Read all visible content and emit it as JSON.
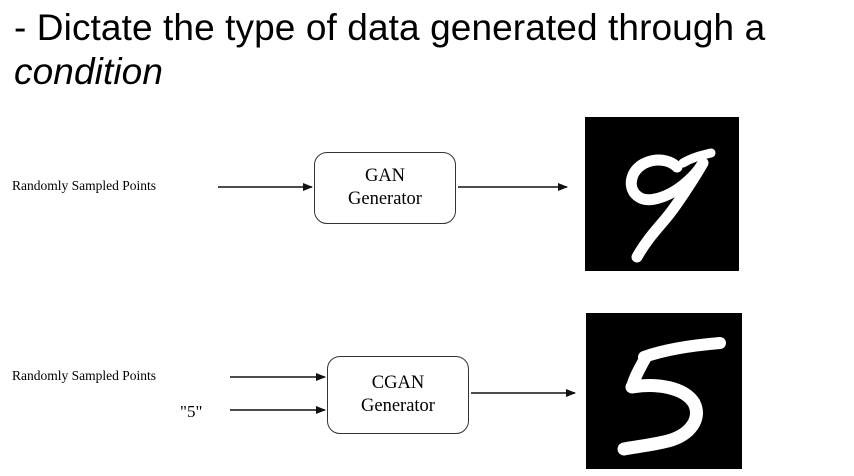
{
  "headline": {
    "prefix": "- Dictate the type of data generated through a",
    "emphasis": "condition"
  },
  "gan_row": {
    "input_label": "Randomly Sampled Points",
    "box_line1": "GAN",
    "box_line2": "Generator",
    "output_image": "handwritten-digit-9"
  },
  "cgan_row": {
    "input_label": "Randomly Sampled Points",
    "condition_label": "\"5\"",
    "box_line1": "CGAN",
    "box_line2": "Generator",
    "output_image": "handwritten-digit-5"
  }
}
